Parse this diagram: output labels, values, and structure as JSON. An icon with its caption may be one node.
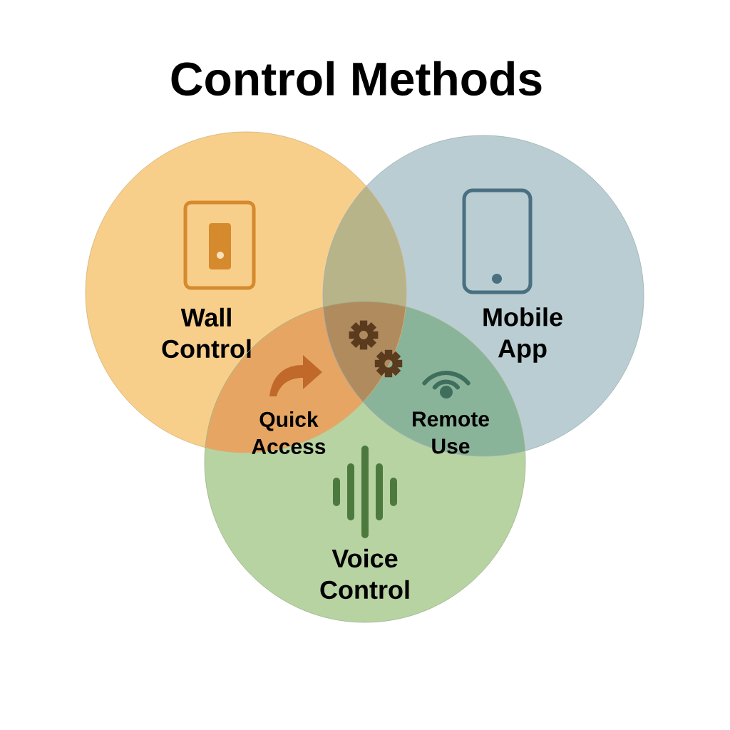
{
  "diagram": {
    "title": "Control Methods",
    "nodes": [
      {
        "text": [
          "Wall Control"
        ]
      },
      {
        "text": [
          "Mobile App"
        ]
      },
      {
        "text": [
          "Voice Control"
        ]
      }
    ],
    "labels": [
      "Quick Access",
      "Remote Use"
    ]
  }
}
